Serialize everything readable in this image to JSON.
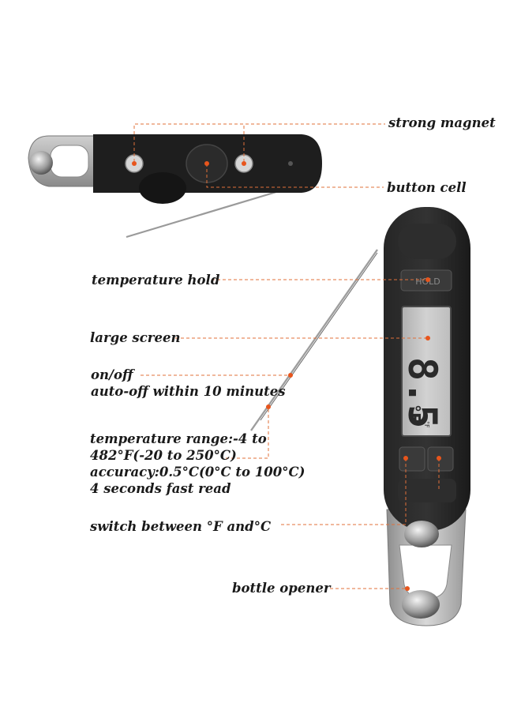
{
  "callouts": {
    "strong_magnet": "strong magnet",
    "button_cell": "button cell",
    "temperature_hold": "temperature hold",
    "large_screen": "large screen",
    "on_off": "on/off",
    "auto_off": "auto-off within 10 minutes",
    "range_line1": "temperature range:-4 to",
    "range_line2": "482°F(-20 to 250°C)",
    "accuracy": "accuracy:0.5°C(0°C to 100°C)",
    "fast_read": "4 seconds fast read",
    "switch_units": "switch between °F and°C",
    "bottle_opener": "bottle opener"
  },
  "device": {
    "hold_key_label": "HOLD",
    "display_value": "8.5",
    "display_unit": "°F",
    "display_small_unit": "°F"
  },
  "colors": {
    "leader_line": "#e0703a",
    "leader_dot": "#e8551c",
    "body": "#1c1c1c",
    "steel": "#b8b8b8",
    "lcd": "#c4c4c4"
  }
}
